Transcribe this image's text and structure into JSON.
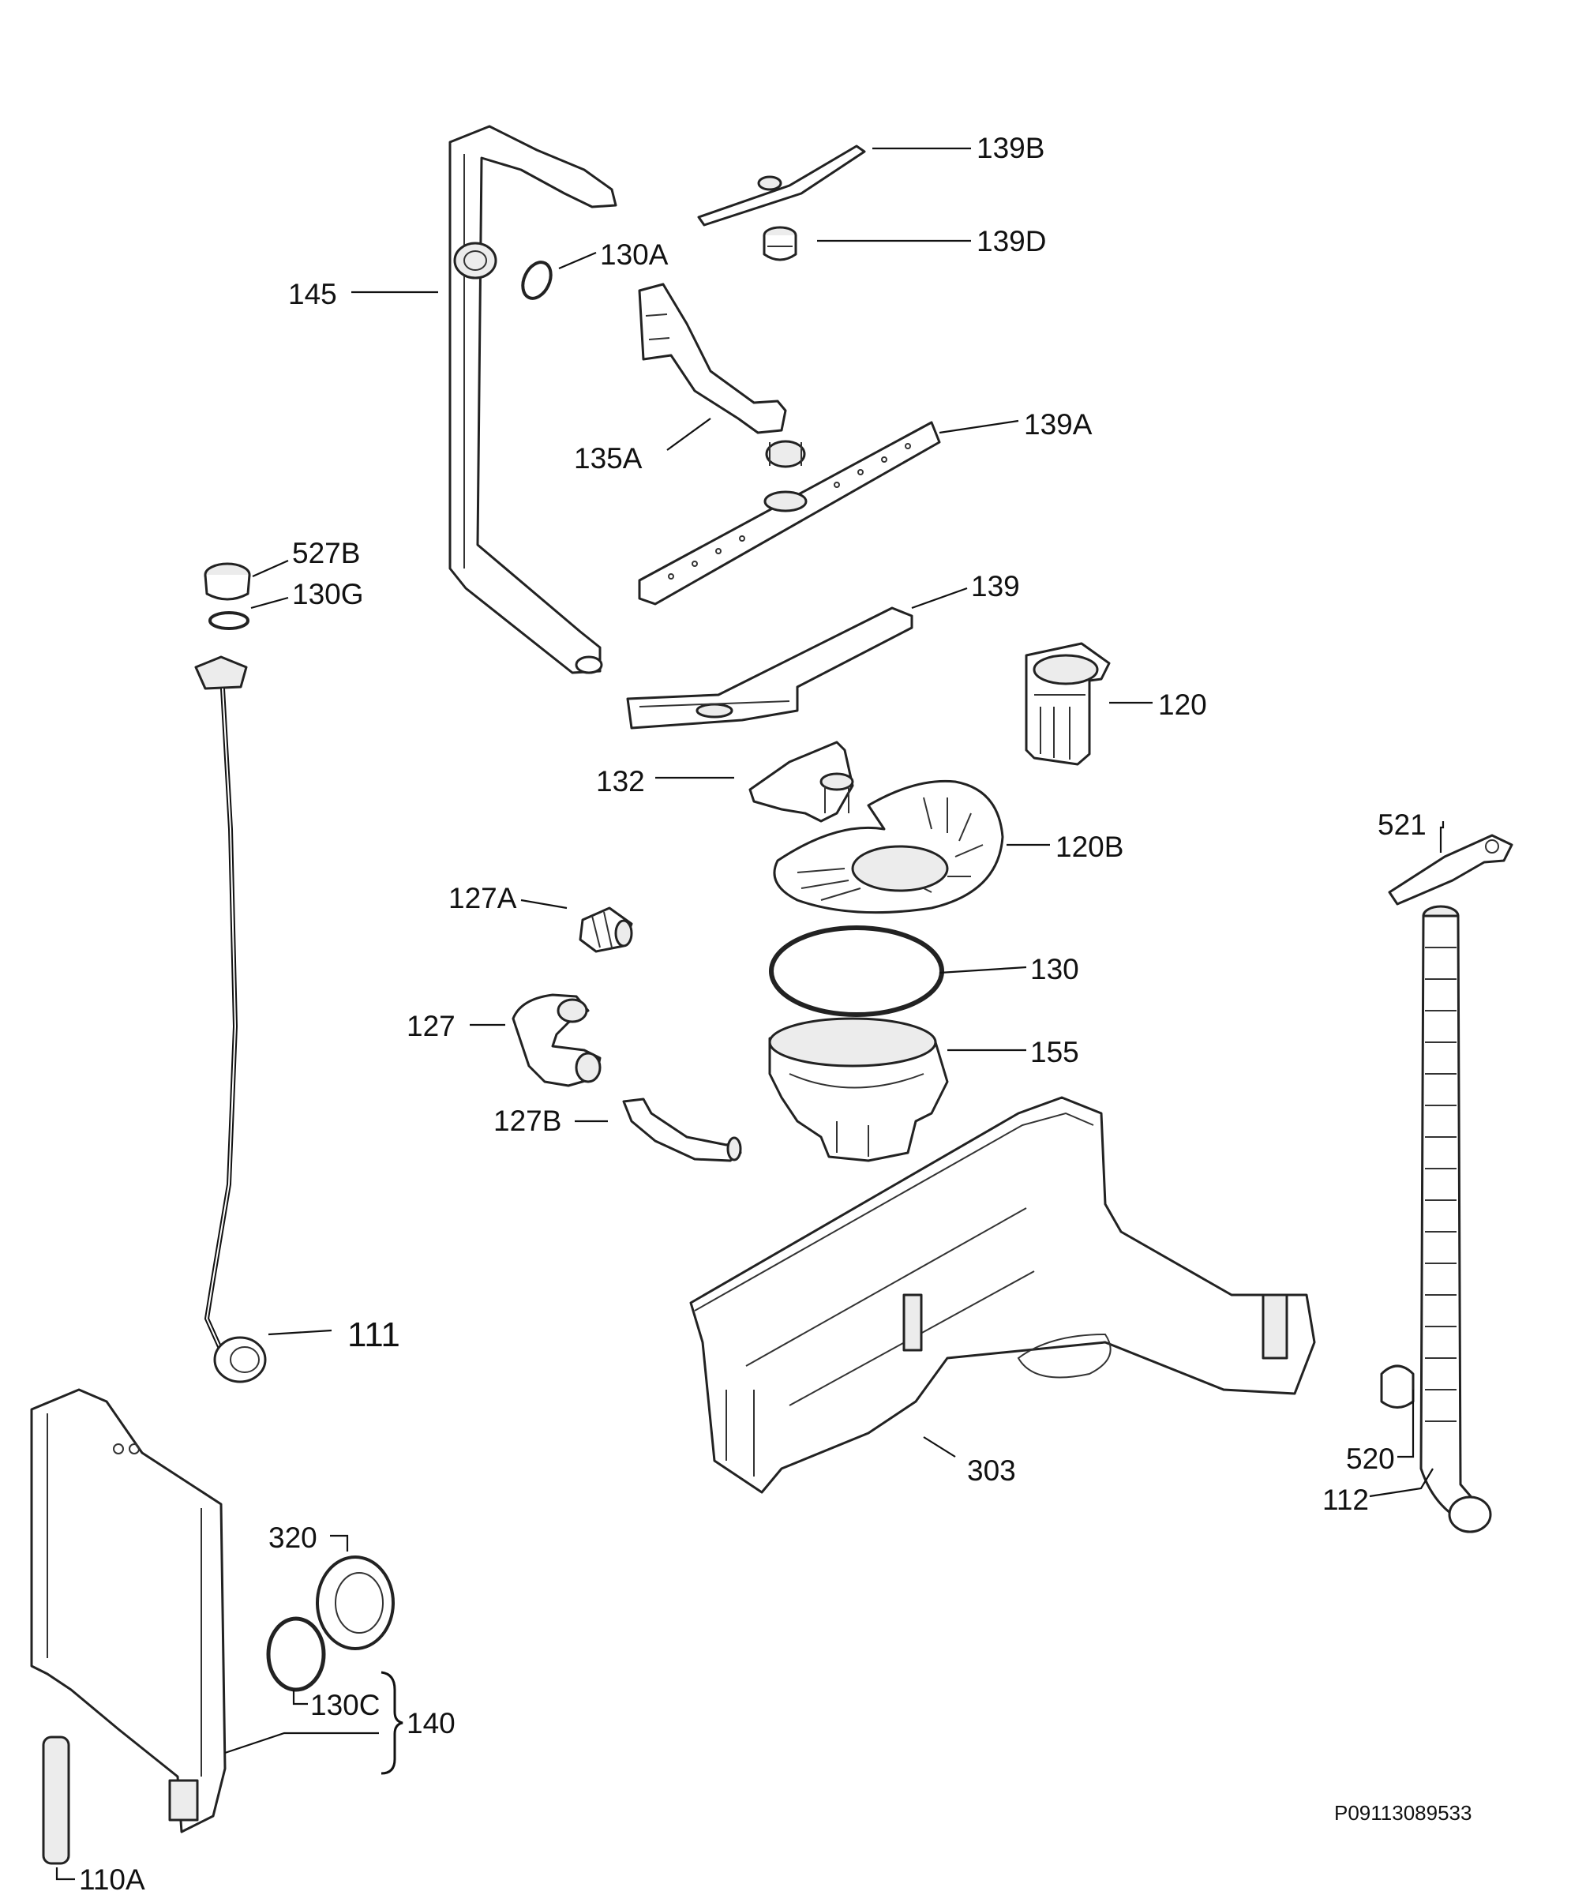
{
  "labels": {
    "p139B": "139B",
    "p139D": "139D",
    "p130A": "130A",
    "p145": "145",
    "p135A": "135A",
    "p139A": "139A",
    "p527B": "527B",
    "p130G": "130G",
    "p139": "139",
    "p120": "120",
    "p132": "132",
    "p120B": "120B",
    "p521": "521",
    "p127A": "127A",
    "p130": "130",
    "p127": "127",
    "p155": "155",
    "p127B": "127B",
    "p111": "111",
    "p303": "303",
    "p520": "520",
    "p112": "112",
    "p320": "320",
    "p130C": "130C",
    "p140": "140",
    "p110A": "110A"
  },
  "diagram_code": "P09113089533"
}
